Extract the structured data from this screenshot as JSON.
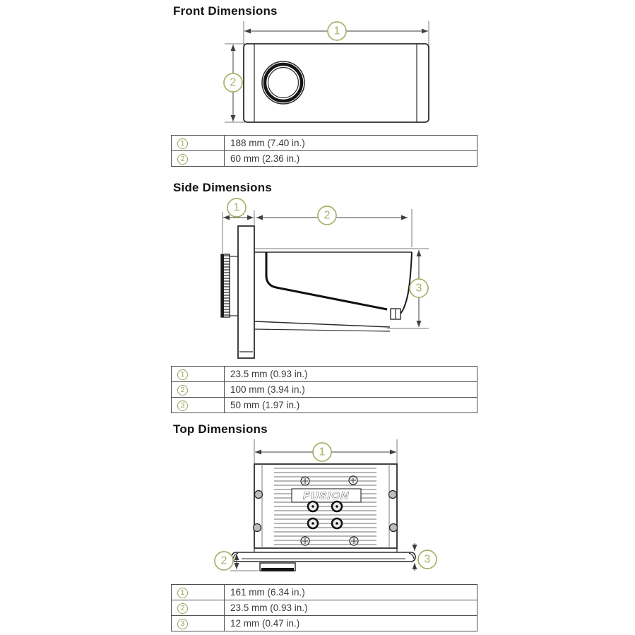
{
  "colors": {
    "accent_callout": "#a8b168",
    "table_ref_green": "#96a35b",
    "line_dark": "#2d2d2d",
    "dim_line": "#3f3f3f"
  },
  "device": {
    "logo": "FUSION"
  },
  "sections": [
    {
      "id": "front",
      "title": "Front Dimensions",
      "callouts": [
        "1",
        "2"
      ],
      "rows": [
        {
          "ref": "1",
          "value": "188 mm (7.40 in.)"
        },
        {
          "ref": "2",
          "value": "60 mm (2.36 in.)"
        }
      ]
    },
    {
      "id": "side",
      "title": "Side Dimensions",
      "callouts": [
        "1",
        "2",
        "3"
      ],
      "rows": [
        {
          "ref": "1",
          "value": "23.5 mm (0.93 in.)"
        },
        {
          "ref": "2",
          "value": "100 mm (3.94 in.)"
        },
        {
          "ref": "3",
          "value": "50 mm (1.97 in.)"
        }
      ]
    },
    {
      "id": "top",
      "title": "Top Dimensions",
      "callouts": [
        "1",
        "2",
        "3"
      ],
      "rows": [
        {
          "ref": "1",
          "value": "161 mm (6.34 in.)"
        },
        {
          "ref": "2",
          "value": "23.5 mm (0.93 in.)"
        },
        {
          "ref": "3",
          "value": "12 mm (0.47 in.)"
        }
      ]
    }
  ]
}
